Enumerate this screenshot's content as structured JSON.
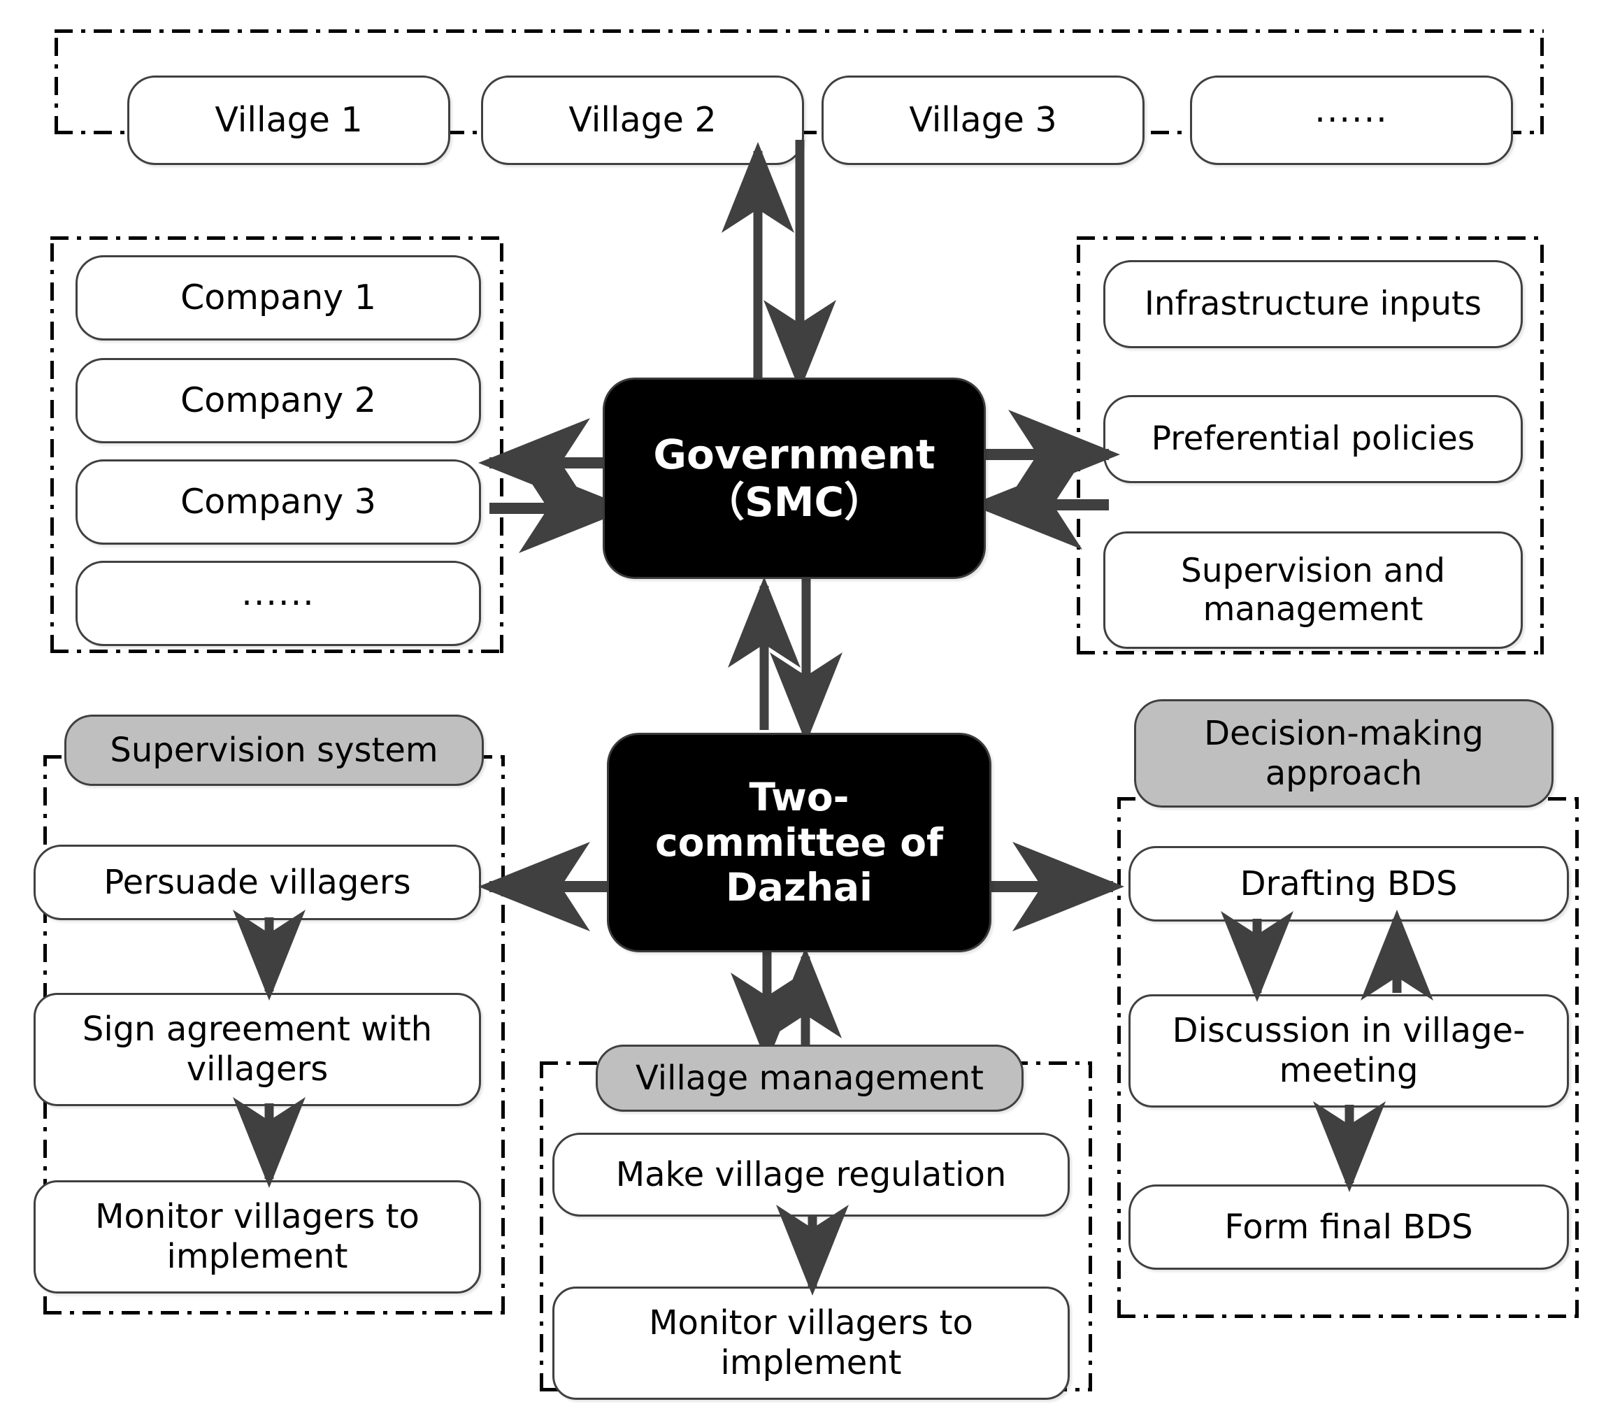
{
  "colors": {
    "arrow": "#404040",
    "node_border": "#404040",
    "group_border": "#000000",
    "header_fill": "#bfbfbf",
    "emphasis_fill": "#000000",
    "emphasis_text": "#ffffff",
    "page_background": "#ffffff"
  },
  "villages_group": {
    "name": "villages",
    "items": [
      {
        "label": "Village 1"
      },
      {
        "label": "Village 2"
      },
      {
        "label": "Village 3"
      },
      {
        "label": "······"
      }
    ]
  },
  "companies_group": {
    "name": "companies",
    "items": [
      {
        "label": "Company 1"
      },
      {
        "label": "Company 2"
      },
      {
        "label": "Company 3"
      },
      {
        "label": "······"
      }
    ]
  },
  "government": {
    "line1": "Government",
    "line2": "（SMC）"
  },
  "committee": {
    "line1": "Two-",
    "line2": "committee of",
    "line3": "Dazhai"
  },
  "government_outputs_group": {
    "name": "government-outputs",
    "items": [
      {
        "label": "Infrastructure inputs"
      },
      {
        "label": "Preferential policies"
      },
      {
        "label": "Supervision and management"
      }
    ]
  },
  "supervision_system_group": {
    "header": "Supervision system",
    "items": [
      {
        "label": "Persuade villagers"
      },
      {
        "label": "Sign agreement with villagers"
      },
      {
        "label": "Monitor villagers to implement"
      }
    ]
  },
  "village_management_group": {
    "header": "Village management",
    "items": [
      {
        "label": "Make village regulation"
      },
      {
        "label": "Monitor villagers to implement"
      }
    ]
  },
  "decision_making_group": {
    "header": "Decision-making approach",
    "items": [
      {
        "label": "Drafting BDS"
      },
      {
        "label": "Discussion in village-meeting"
      },
      {
        "label": "Form final BDS"
      }
    ]
  }
}
